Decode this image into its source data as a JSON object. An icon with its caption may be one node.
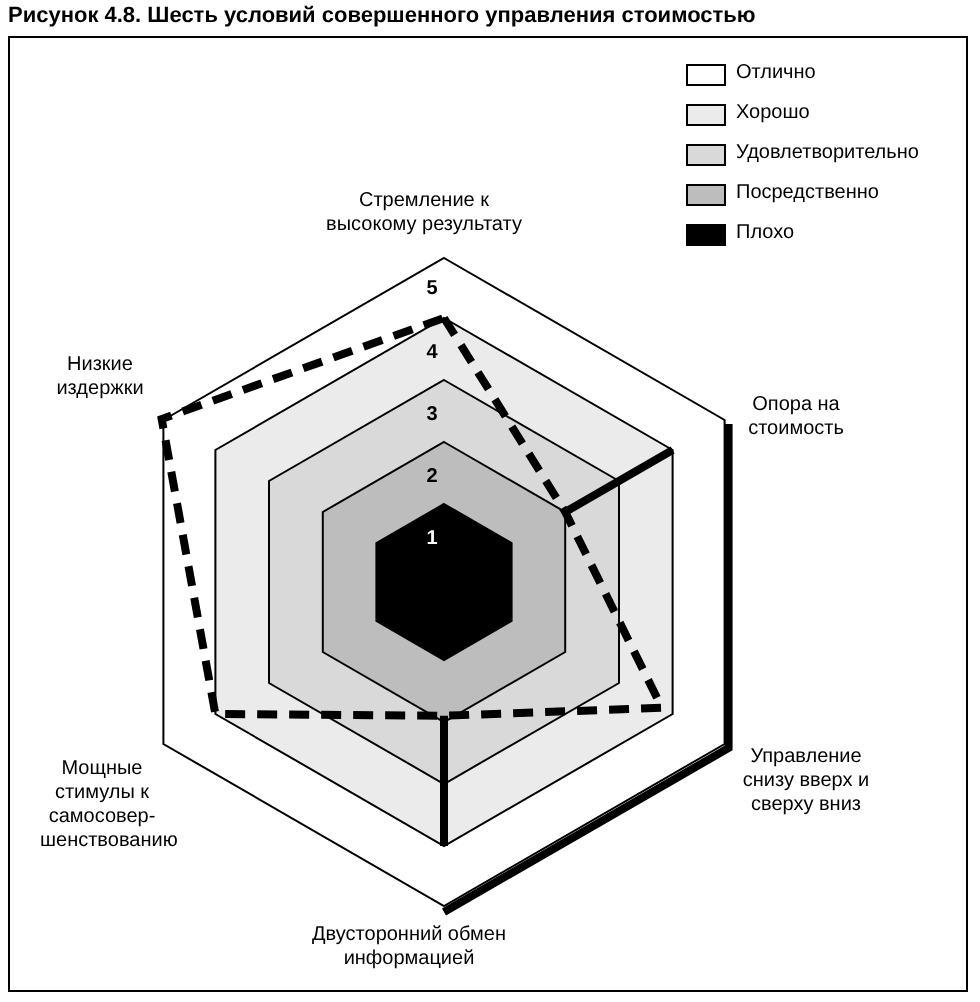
{
  "diagram": {
    "title": "Рисунок 4.8. Шесть условий совершенного управления стоимостью",
    "labels": [
      "Стремление к высокому результату",
      "Низкие издержки",
      "Опора на стоимость",
      "5",
      "4",
      "3",
      "2",
      "1",
      "Управление снизу вверх и сверху вниз",
      "Мощные стимулы к самосовер- шенствованию",
      "Двусторонний обмен информацией"
    ],
    "legend": [
      {
        "text": "Отлично",
        "color": "#ffffff"
      },
      {
        "text": "Хорошо",
        "color": "#ebebeb"
      },
      {
        "text": "Удовлетворительно",
        "color": "#d9d9d9"
      },
      {
        "text": "Посредственно",
        "color": "#bdbdbd"
      },
      {
        "text": "Плохо",
        "color": "#000000"
      }
    ]
  }
}
